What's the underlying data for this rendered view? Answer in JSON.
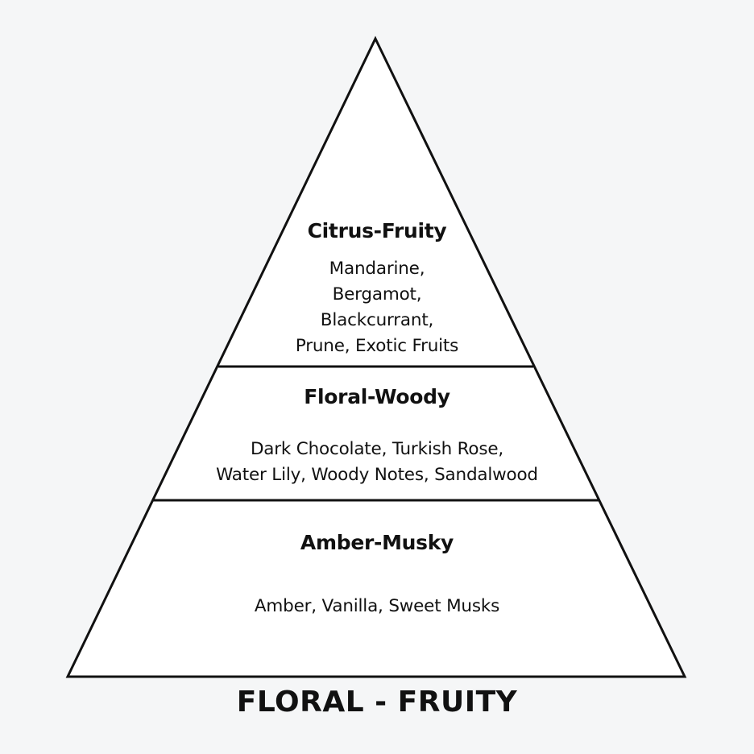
{
  "pyramid": {
    "tiers": [
      {
        "title": "Citrus-Fruity",
        "lines": [
          "Mandarine,",
          "Bergamot,",
          "Blackcurrant,",
          "Prune, Exotic Fruits"
        ]
      },
      {
        "title": "Floral-Woody",
        "lines": [
          "Dark Chocolate, Turkish Rose,",
          "Water Lily, Woody Notes, Sandalwood"
        ]
      },
      {
        "title": "Amber-Musky",
        "lines": [
          "Amber, Vanilla, Sweet Musks"
        ]
      }
    ],
    "footer_title": "FLORAL - FRUITY",
    "colors": {
      "background": "#f5f6f7",
      "fill": "#ffffff",
      "stroke": "#111111"
    }
  }
}
